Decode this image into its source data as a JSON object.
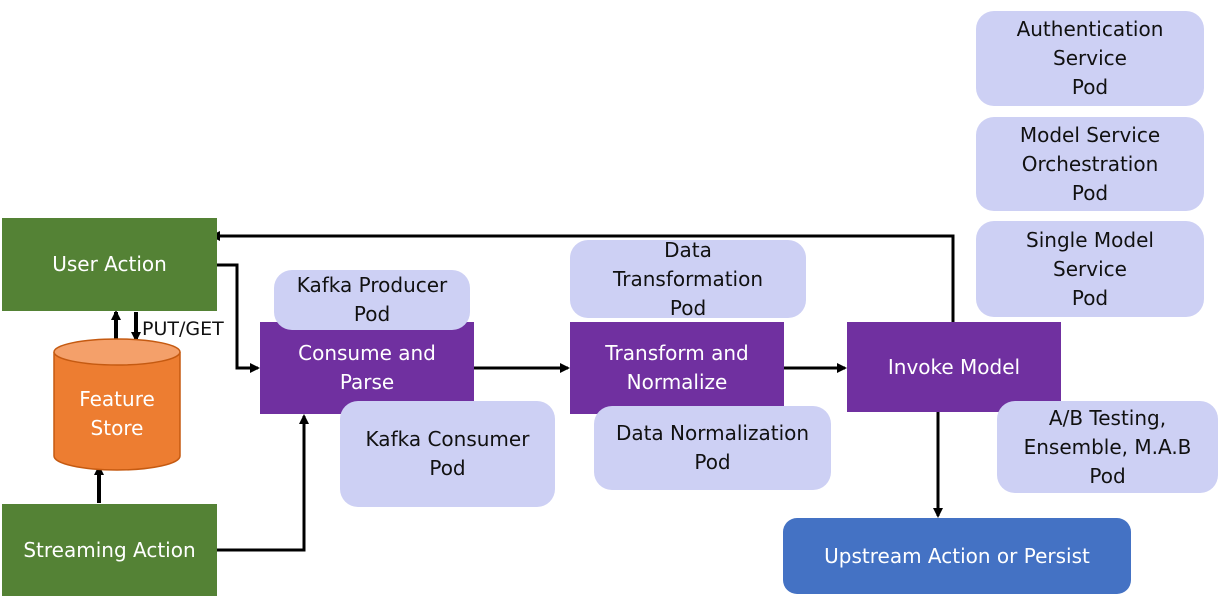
{
  "nodes": {
    "user_action": "User Action",
    "streaming_action": "Streaming Action",
    "feature_store": "Feature\nStore",
    "consume_parse": "Consume and\nParse",
    "transform_normalize": "Transform and\nNormalize",
    "invoke_model": "Invoke Model",
    "upstream": "Upstream Action or Persist"
  },
  "pods": {
    "kafka_producer": "Kafka Producer\nPod",
    "kafka_consumer": "Kafka Consumer\nPod",
    "data_transformation": "Data\nTransformation\nPod",
    "data_normalization": "Data Normalization\nPod",
    "ab_testing": "A/B Testing,\nEnsemble, M.A.B\nPod",
    "authentication": "Authentication\nService\nPod",
    "orchestration": "Model Service\nOrchestration\nPod",
    "single_model": "Single Model\nService\nPod"
  },
  "edge_labels": {
    "put_get": "PUT/GET"
  },
  "colors": {
    "green": "#548235",
    "purple": "#7030a0",
    "pod": "#cdd0f4",
    "orange": "#ed7d31",
    "blue": "#4472c4"
  }
}
